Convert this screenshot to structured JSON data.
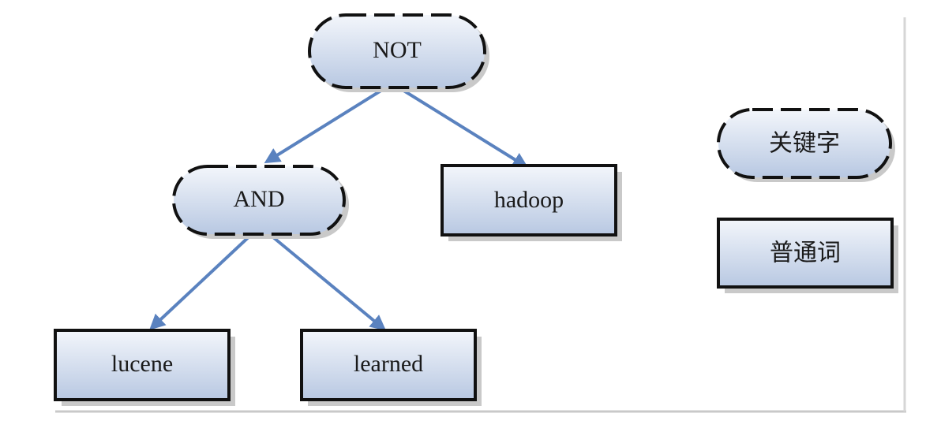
{
  "nodes": {
    "not": "NOT",
    "and": "AND",
    "hadoop": "hadoop",
    "lucene": "lucene",
    "learned": "learned"
  },
  "legend": {
    "keyword": "关键字",
    "common_word": "普通词"
  },
  "colors": {
    "node_fill_light": "#f3f6fb",
    "node_fill_dark": "#b8c8e2",
    "edge": "#5a82bf",
    "outline": "#111111"
  }
}
